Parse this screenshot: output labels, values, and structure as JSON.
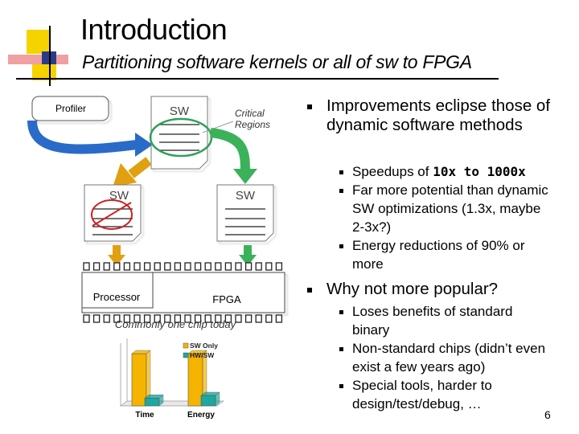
{
  "title": "Introduction",
  "subtitle": "Partitioning software kernels or all of sw to FPGA",
  "diagram": {
    "profiler_label": "Profiler",
    "sw_label": "SW",
    "critical_regions_label": "Critical\nRegions",
    "processor_label": "Processor",
    "fpga_label": "FPGA",
    "chip_caption": "Commonly one chip today"
  },
  "chart_data": {
    "type": "bar",
    "categories": [
      "Time",
      "Energy"
    ],
    "series": [
      {
        "name": "SW Only",
        "values": [
          1.0,
          1.0
        ],
        "color": "#f5b400"
      },
      {
        "name": "HW/SW",
        "values": [
          0.15,
          0.2
        ],
        "color": "#1fa6a0"
      }
    ],
    "ylim": [
      0,
      1.2
    ],
    "grid": false,
    "legend_position": "top-right"
  },
  "bullets": [
    {
      "text": "Improvements eclipse those of dynamic software methods",
      "sub": [
        {
          "pre": "Speedups of ",
          "bold": "10x to 1000x",
          "post": ""
        },
        {
          "pre": "Far more potential than dynamic SW optimizations (1.3x, maybe 2-3x?)",
          "bold": "",
          "post": ""
        },
        {
          "pre": "Energy reductions of 90% or more",
          "bold": "",
          "post": ""
        }
      ]
    },
    {
      "text": "Why not more popular?",
      "sub": [
        {
          "pre": "Loses benefits of standard binary",
          "bold": "",
          "post": ""
        },
        {
          "pre": "Non-standard chips (didn’t even exist a few years ago)",
          "bold": "",
          "post": ""
        },
        {
          "pre": "Special tools, harder to design/test/debug, …",
          "bold": "",
          "post": ""
        }
      ]
    }
  ],
  "page_number": "6",
  "colors": {
    "accent_yellow": "#f5d300",
    "accent_red": "#f0a0a0",
    "accent_blue": "#2b3b8a",
    "arrow_blue": "#2a6bc9",
    "arrow_gold": "#e0a010",
    "arrow_green": "#3bb25a",
    "highlight_green": "#2fa05a",
    "strike_red": "#cc2222"
  }
}
